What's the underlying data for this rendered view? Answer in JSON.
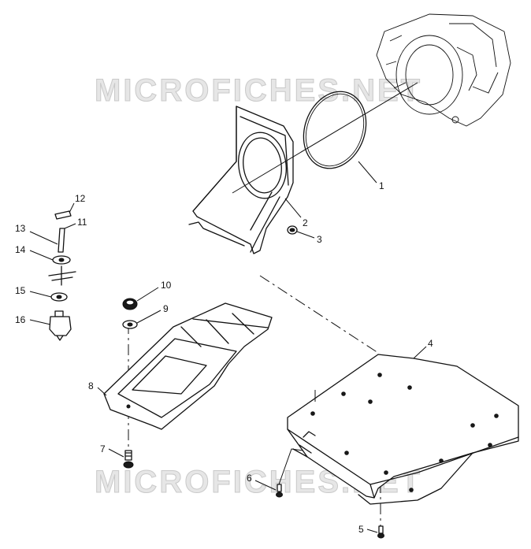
{
  "watermark": "MICROFICHES.NET",
  "callouts": [
    "1",
    "2",
    "3",
    "4",
    "5",
    "6",
    "7",
    "8",
    "9",
    "10",
    "11",
    "12",
    "13",
    "14",
    "15",
    "16"
  ]
}
